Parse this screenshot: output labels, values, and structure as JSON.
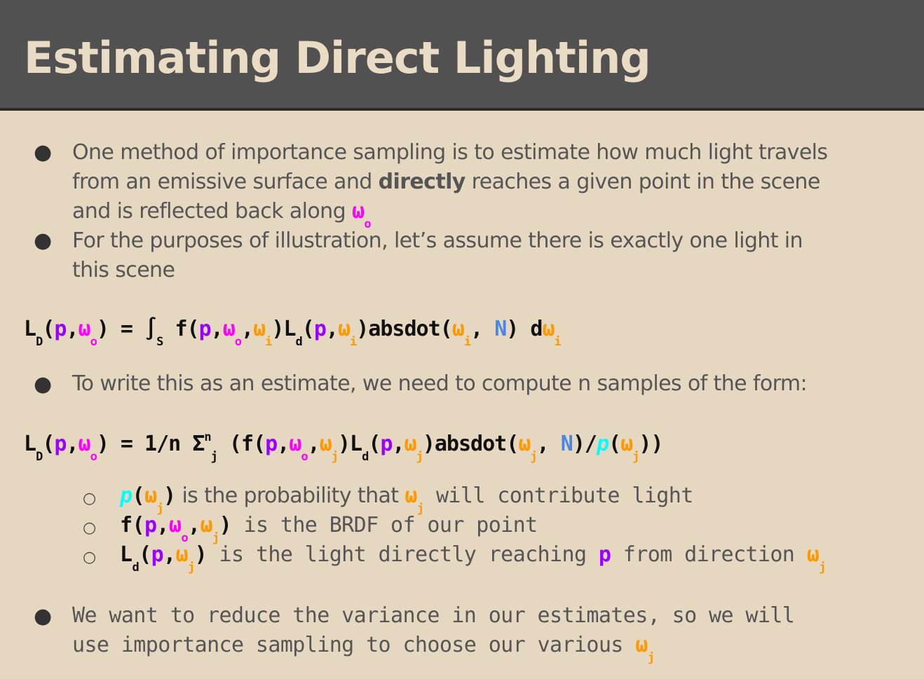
{
  "title": "Estimating Direct Lighting",
  "bullet_char": "●",
  "sub_bullet_char": "○",
  "bullets": {
    "b1_l1": "One method of importance sampling is to estimate how much light travels",
    "b1_l2_a": "from an emissive surface and ",
    "b1_l2_b": "directly",
    "b1_l2_c": " reaches a given point in the scene",
    "b1_l3": "and is reflected back along ",
    "b2_l1": "For the purposes of illustration, let’s assume there is exactly one light in",
    "b2_l2": "this scene",
    "b3_l1": "To write this as an estimate, we need to compute n samples of the form:",
    "b4_l1": "We want to reduce the variance in our estimates, so we will",
    "b4_l2": "use importance sampling to choose our various "
  },
  "sym": {
    "omega": "ω",
    "o": "o",
    "i": "i",
    "j": "j",
    "p": "p",
    "L": "L",
    "D": "D",
    "d": "d",
    "N": "N",
    "n": "n",
    "f": "f",
    "integral": "∫",
    "S": "S",
    "sigma": "Σ"
  },
  "eq1": {
    "eq": ") = ",
    "absdot": ")absdot(",
    "tail": ") d"
  },
  "eq2": {
    "eq": ") = 1/n ",
    "absdot": ")absdot(",
    "div": ")/"
  },
  "subbullets": {
    "s1": " is the probability that ",
    "s1_tail": " will contribute light",
    "s2": " is the BRDF of our point",
    "s3_a": " is the light directly reaching ",
    "s3_b": " from direction "
  }
}
